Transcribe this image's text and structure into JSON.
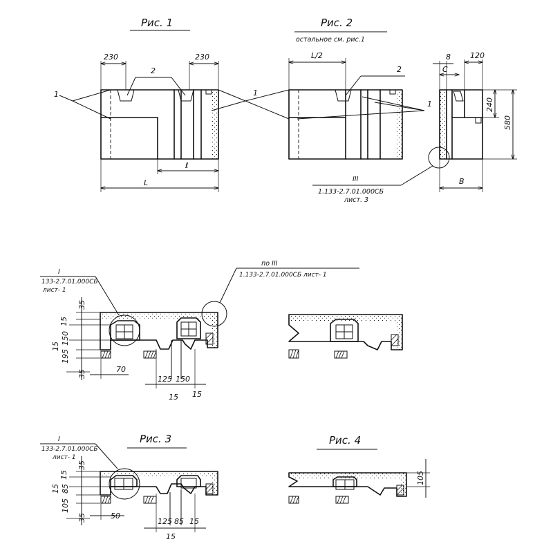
{
  "figures": {
    "fig1": {
      "title": "Рис. 1",
      "dim_left": "230",
      "dim_right": "230",
      "callout_2": "2",
      "callout_1_left": "1",
      "callout_1_right": "1",
      "dim_l": "ℓ",
      "dim_L": "L"
    },
    "fig2": {
      "title": "Рис. 2",
      "subtitle": "остальное см. рис.1",
      "dim_half": "L/2",
      "callout_2": "2",
      "callout_1": "1",
      "detail_ref": "III",
      "detail_doc": "1.133-2.7.01.000СБ",
      "detail_sheet": "лист. 3"
    },
    "side_view": {
      "dim_8": "8",
      "dim_120": "120",
      "dim_c": "С",
      "dim_240": "240",
      "dim_580": "580",
      "dim_B": "B"
    },
    "section_a": {
      "ref_I": "I",
      "ref_I_doc": "133-2.7.01.000СБ",
      "ref_I_sheet": "лист- 1",
      "ref_III": "по III",
      "ref_III_doc": "1.133-2.7.01.000СБ  лист- 1",
      "d35_top": "35",
      "d15_a": "15",
      "d150": "150",
      "d15_b": "15",
      "d195": "195",
      "d35_bot": "35",
      "d70": "70",
      "d125": "125",
      "d150_b": "150",
      "d15_c": "15",
      "d15_d": "15"
    },
    "fig3": {
      "title": "Рис. 3",
      "ref_I": "I",
      "ref_I_doc": "133-2.7.01.000СБ",
      "ref_I_sheet": "лист- 1",
      "d35_top": "35",
      "d15_a": "15",
      "d15_b": "15",
      "d85": "85",
      "d105": "105",
      "d35_bot": "35",
      "d50": "50",
      "d125": "125",
      "d85_b": "85",
      "d15_c": "15",
      "d15_d": "15"
    },
    "fig4": {
      "title": "Рис. 4",
      "d105": "105"
    }
  }
}
